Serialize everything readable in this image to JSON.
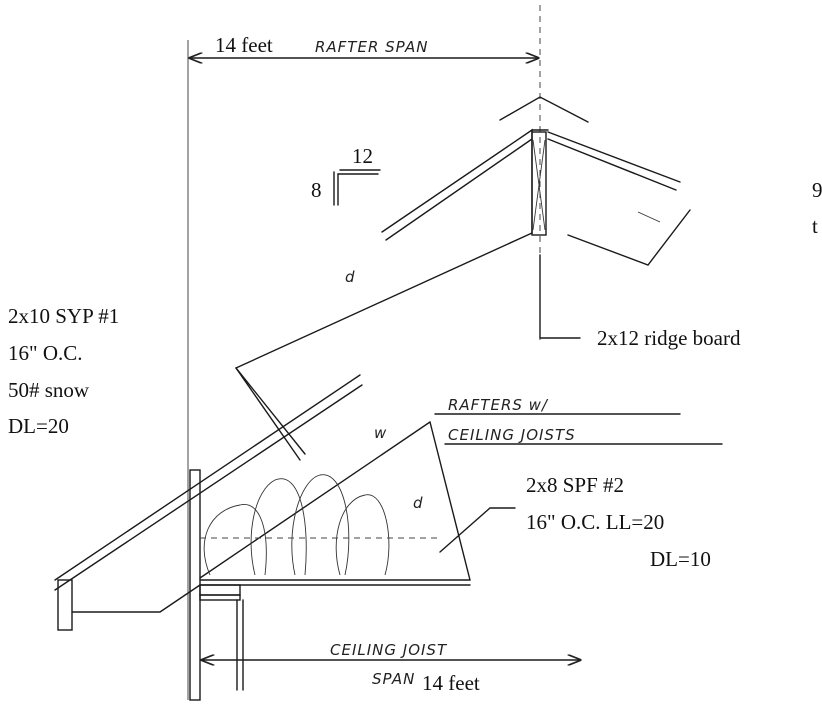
{
  "rafter_span": {
    "dimension": "14 feet",
    "label": "RAFTER SPAN"
  },
  "pitch": {
    "rise": "8",
    "run": "12"
  },
  "clipped_note": {
    "line1": "9",
    "line2": "t"
  },
  "rafter_spec": {
    "size": "2x10 SYP #1",
    "spacing": "16\" O.C.",
    "load": "50# snow",
    "dead_load": "DL=20"
  },
  "ridge": {
    "label": "2x12 ridge board"
  },
  "title": {
    "line1": "RAFTERS w/",
    "line2": "CEILING JOISTS"
  },
  "joist_spec": {
    "size": "2x8 SPF #2",
    "spacing_load": "16\" O.C.  LL=20",
    "dead_load": "DL=10"
  },
  "ceiling_span": {
    "line1": "CEILING JOIST",
    "line2": "SPAN",
    "dimension": "14 feet"
  },
  "marks": {
    "d_upper": "d",
    "w_mid": "w",
    "d_lower": "d"
  }
}
